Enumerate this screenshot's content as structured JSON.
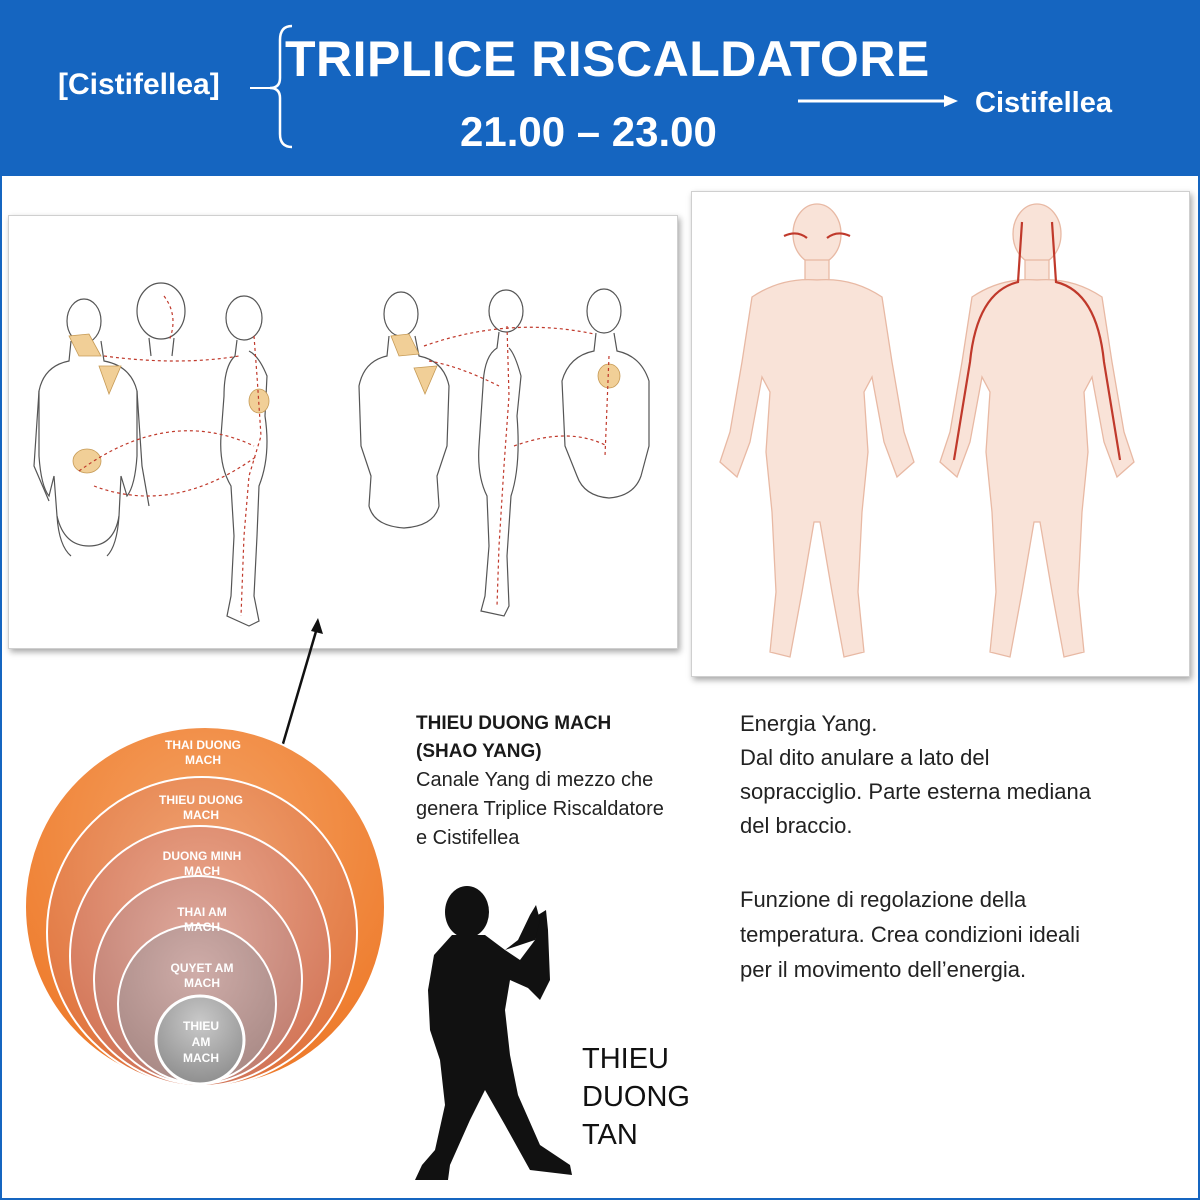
{
  "header": {
    "previous_meridian": "[Cistifellea]",
    "title": "TRIPLICE RISCALDATORE",
    "time_range": "21.00 – 23.00",
    "next_meridian": "Cistifellea"
  },
  "colors": {
    "header_blue": "#1565c0",
    "orange_outer": "#f07c2c",
    "meridian_line": "#c0392b",
    "body_skin": "#f9e3d8"
  },
  "channel": {
    "title_line1": "THIEU DUONG MACH",
    "title_line2": "(SHAO YANG)",
    "desc_line1": "Canale Yang di mezzo che",
    "desc_line2": "genera Triplice Riscaldatore",
    "desc_line3": "e Cistifellea"
  },
  "energy": {
    "line1": "Energia Yang.",
    "line2": "Dal dito anulare a lato del",
    "line3": "sopracciglio. Parte esterna mediana",
    "line4": "del braccio."
  },
  "function": {
    "line1": "Funzione di regolazione della",
    "line2": "temperatura. Crea condizioni ideali",
    "line3": "per il movimento dell’energia."
  },
  "circles": [
    {
      "line1": "THAI DUONG",
      "line2": "MACH",
      "line3": ""
    },
    {
      "line1": "THIEU DUONG",
      "line2": "MACH",
      "line3": ""
    },
    {
      "line1": "DUONG MINH",
      "line2": "MACH",
      "line3": ""
    },
    {
      "line1": "THAI AM",
      "line2": "MACH",
      "line3": ""
    },
    {
      "line1": "QUYET AM",
      "line2": "MACH",
      "line3": ""
    },
    {
      "line1": "THIEU",
      "line2": "AM",
      "line3": "MACH"
    }
  ],
  "form": {
    "line1": "THIEU",
    "line2": "DUONG",
    "line3": "TAN"
  }
}
